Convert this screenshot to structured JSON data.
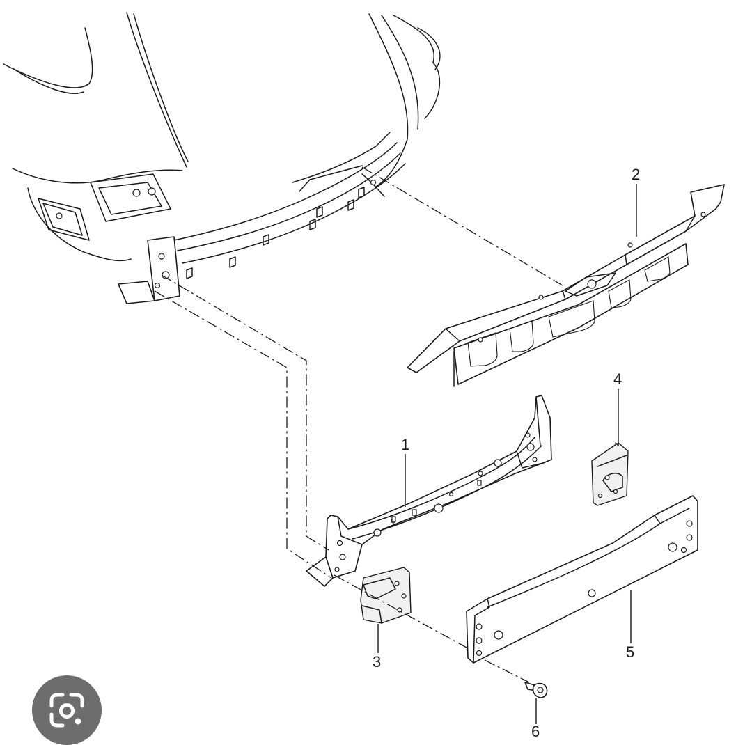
{
  "callouts": {
    "c1": "1",
    "c2": "2",
    "c3": "3",
    "c4": "4",
    "c5": "5",
    "c6": "6"
  },
  "overlay": {
    "icon": "google-lens-icon",
    "color": "#6d6d6d"
  }
}
